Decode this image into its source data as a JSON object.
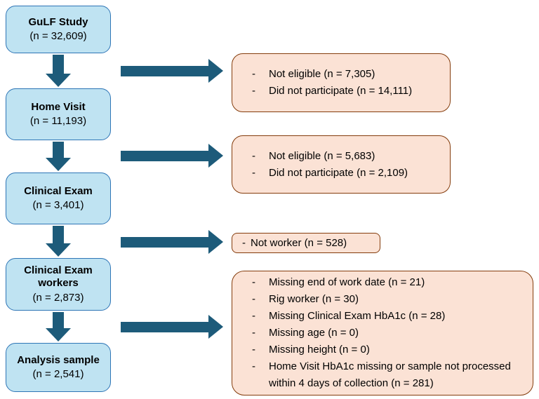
{
  "bullet": "-",
  "flow_boxes": [
    {
      "title": "GuLF Study",
      "count": "(n = 32,609)"
    },
    {
      "title": "Home Visit",
      "count": "(n = 11,193)"
    },
    {
      "title": "Clinical Exam",
      "count": "(n = 3,401)"
    },
    {
      "title": "Clinical Exam workers",
      "count": "(n = 2,873)"
    },
    {
      "title": "Analysis sample",
      "count": "(n = 2,541)"
    }
  ],
  "exclusion_boxes": [
    {
      "items": [
        "Not eligible (n = 7,305)",
        "Did not participate (n = 14,111)"
      ]
    },
    {
      "items": [
        "Not eligible (n = 5,683)",
        "Did not participate (n = 2,109)"
      ]
    },
    {
      "items": [
        "Not worker (n = 528)"
      ]
    },
    {
      "items": [
        "Missing end of work date (n = 21)",
        "Rig worker (n = 30)",
        "Missing Clinical Exam HbA1c (n = 28)",
        "Missing age (n = 0)",
        "Missing height (n = 0)",
        "Home Visit HbA1c missing or sample not processed within 4 days of collection (n = 281)"
      ]
    }
  ],
  "colors": {
    "flow_fill": "#bfe3f2",
    "flow_border": "#2e75b6",
    "excl_fill": "#fbe2d5",
    "excl_border": "#843c0c",
    "arrow": "#1d5b7a"
  }
}
